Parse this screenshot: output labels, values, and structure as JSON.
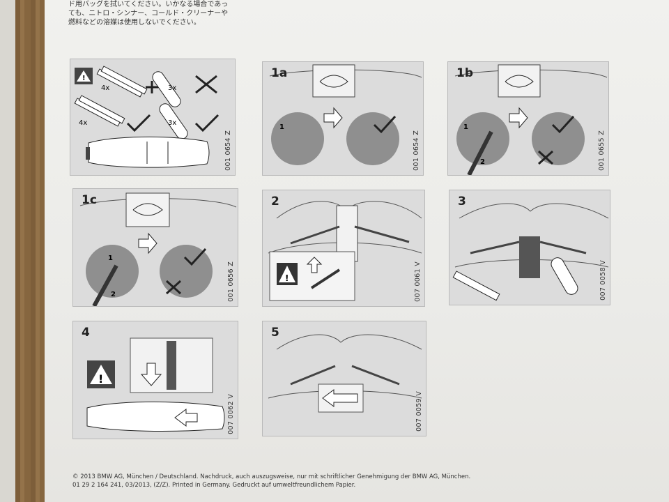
{
  "header_text": [
    "ド用バッグを拭いてください。いかなる場合であっ",
    "ても、ニトロ・シンナー、コールド・クリーナーや",
    "燃料などの溶媒は使用しないでください。"
  ],
  "panels": [
    {
      "id": "p0",
      "label": "",
      "code": "001 0654 Z",
      "qty_a": "4x",
      "qty_b": "3x"
    },
    {
      "id": "p1a",
      "label": "1a",
      "code": "001 0654 Z",
      "marker": "1"
    },
    {
      "id": "p1b",
      "label": "1b",
      "code": "001 0655 Z",
      "marker_1": "1",
      "marker_2": "2"
    },
    {
      "id": "p1c",
      "label": "1c",
      "code": "001 0656 Z",
      "marker_1": "1",
      "marker_2": "2"
    },
    {
      "id": "p2",
      "label": "2",
      "code": "007 0061 V"
    },
    {
      "id": "p3",
      "label": "3",
      "code": "007 0058 V"
    },
    {
      "id": "p4",
      "label": "4",
      "code": "007 0062 V"
    },
    {
      "id": "p5",
      "label": "5",
      "code": "007 0059 V"
    }
  ],
  "footer": [
    "© 2013 BMW AG, München / Deutschland. Nachdruck, auch auszugsweise, nur mit schriftlicher Genehmigung der BMW AG, München.",
    "01 29 2 164 241, 03/2013, (Z/Z). Printed in Germany. Gedruckt auf umweltfreundlichem Papier."
  ],
  "colors": {
    "panel_bg": "#dcdcdc",
    "circle": "#8f8f8f",
    "ink": "#222222"
  }
}
